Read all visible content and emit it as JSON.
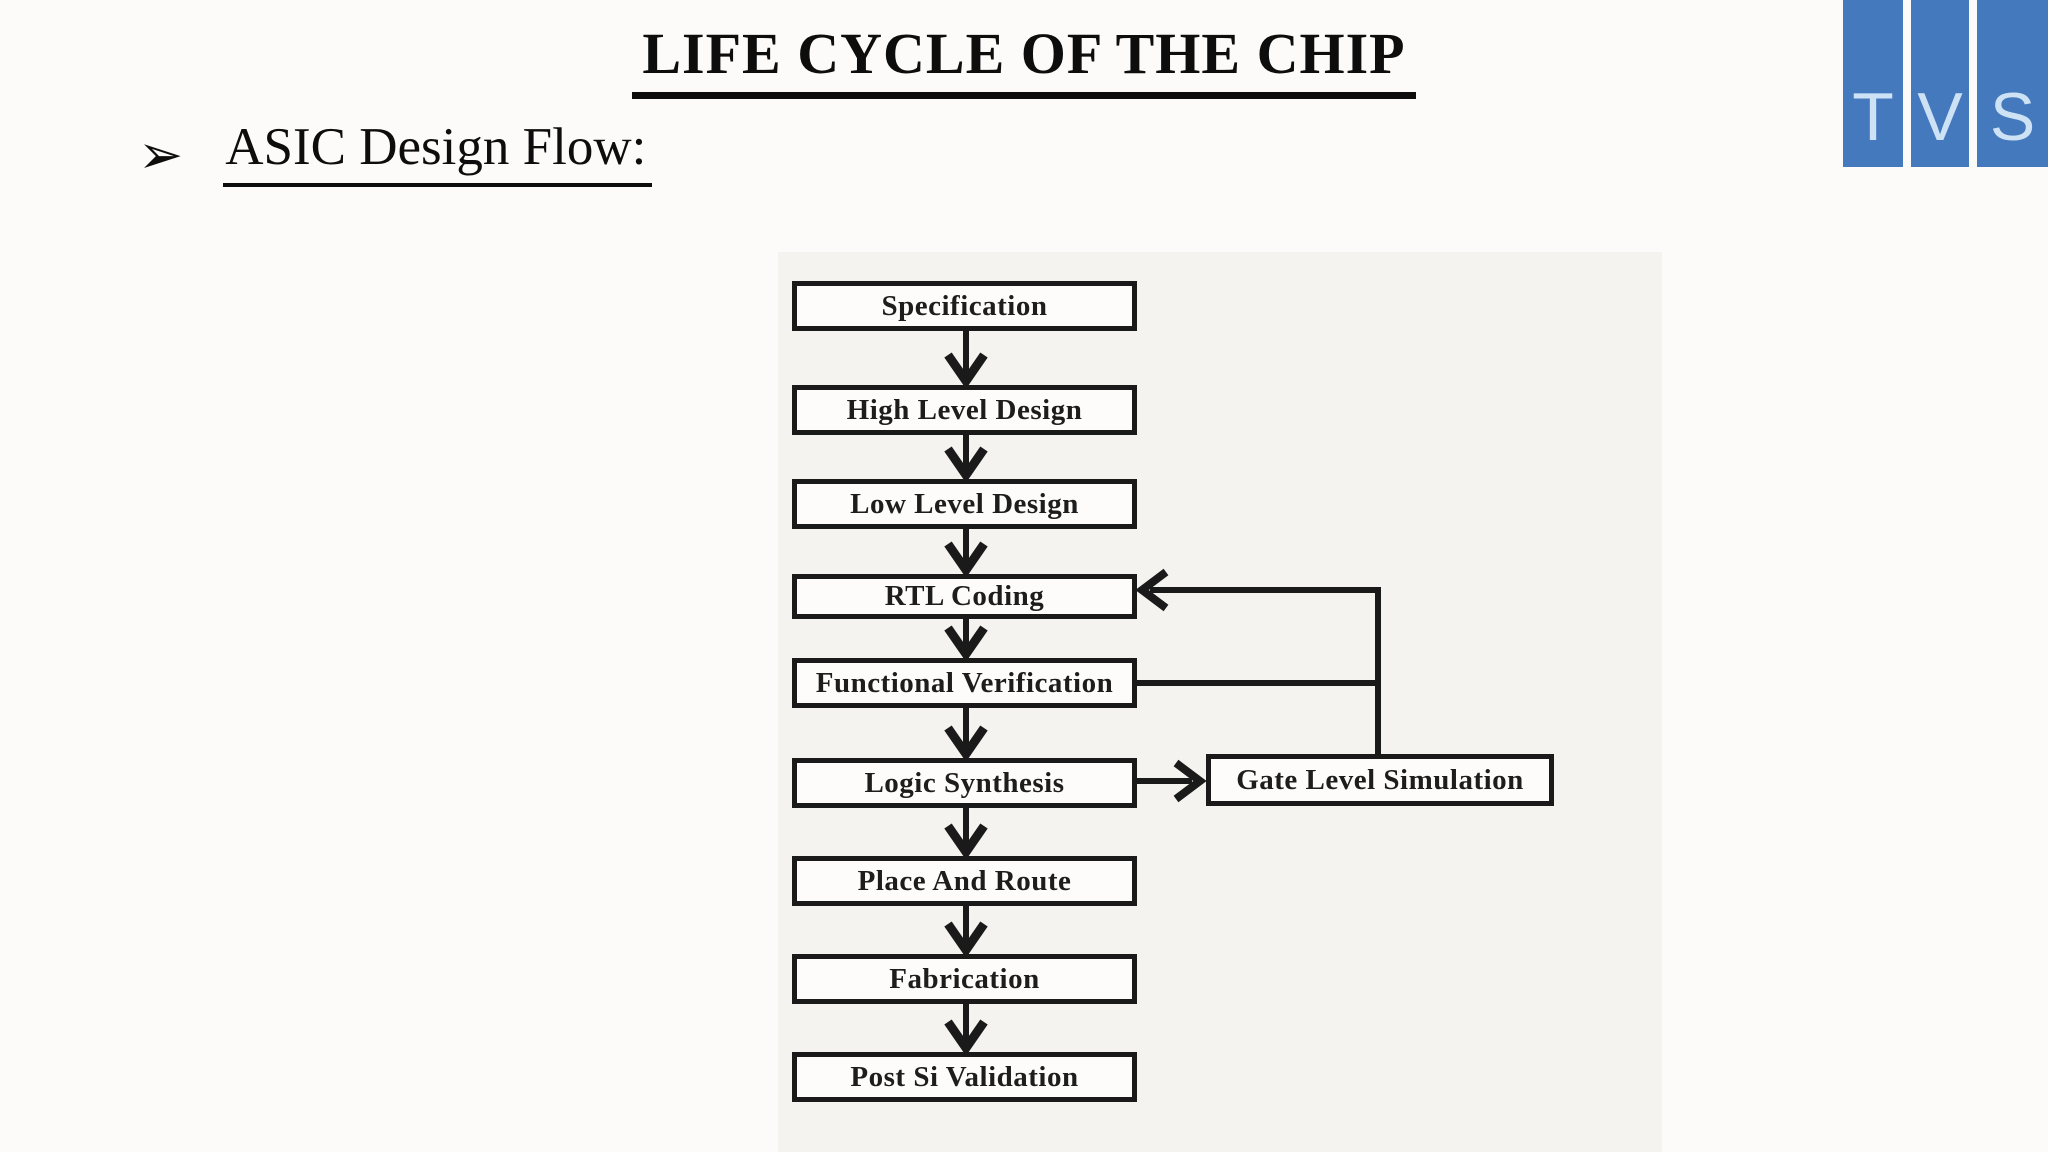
{
  "slide": {
    "title": "LIFE CYCLE OF THE CHIP",
    "bullet_marker": "➢",
    "bullet_text": "ASIC Design Flow:"
  },
  "logo": {
    "letters": [
      "T",
      "V",
      "S"
    ],
    "tile_color": "#4479bd",
    "letter_color": "#cde2f5"
  },
  "diagram": {
    "type": "flowchart",
    "line_color": "#1a1a1a",
    "node_fill": "#fdfcfb",
    "nodes": [
      {
        "id": "specification",
        "label": "Specification"
      },
      {
        "id": "high-level-design",
        "label": "High Level Design"
      },
      {
        "id": "low-level-design",
        "label": "Low Level Design"
      },
      {
        "id": "rtl-coding",
        "label": "RTL Coding"
      },
      {
        "id": "functional-verification",
        "label": "Functional Verification"
      },
      {
        "id": "logic-synthesis",
        "label": "Logic Synthesis"
      },
      {
        "id": "place-and-route",
        "label": "Place And Route"
      },
      {
        "id": "fabrication",
        "label": "Fabrication"
      },
      {
        "id": "post-si-validation",
        "label": "Post Si Validation"
      }
    ],
    "side_node": {
      "id": "gate-level-simulation",
      "label": "Gate Level Simulation"
    },
    "edges": [
      {
        "from": "specification",
        "to": "high-level-design",
        "style": "arrow-down"
      },
      {
        "from": "high-level-design",
        "to": "low-level-design",
        "style": "arrow-down"
      },
      {
        "from": "low-level-design",
        "to": "rtl-coding",
        "style": "arrow-down"
      },
      {
        "from": "rtl-coding",
        "to": "functional-verification",
        "style": "arrow-down"
      },
      {
        "from": "functional-verification",
        "to": "logic-synthesis",
        "style": "arrow-down"
      },
      {
        "from": "logic-synthesis",
        "to": "place-and-route",
        "style": "arrow-down"
      },
      {
        "from": "place-and-route",
        "to": "fabrication",
        "style": "arrow-down"
      },
      {
        "from": "fabrication",
        "to": "post-si-validation",
        "style": "arrow-down"
      },
      {
        "from": "logic-synthesis",
        "to": "gate-level-simulation",
        "style": "arrow-right"
      },
      {
        "from": "functional-verification",
        "to": "rtl-coding",
        "style": "feedback-arrow"
      },
      {
        "from": "gate-level-simulation",
        "to": "rtl-coding",
        "style": "feedback-arrow"
      }
    ]
  }
}
